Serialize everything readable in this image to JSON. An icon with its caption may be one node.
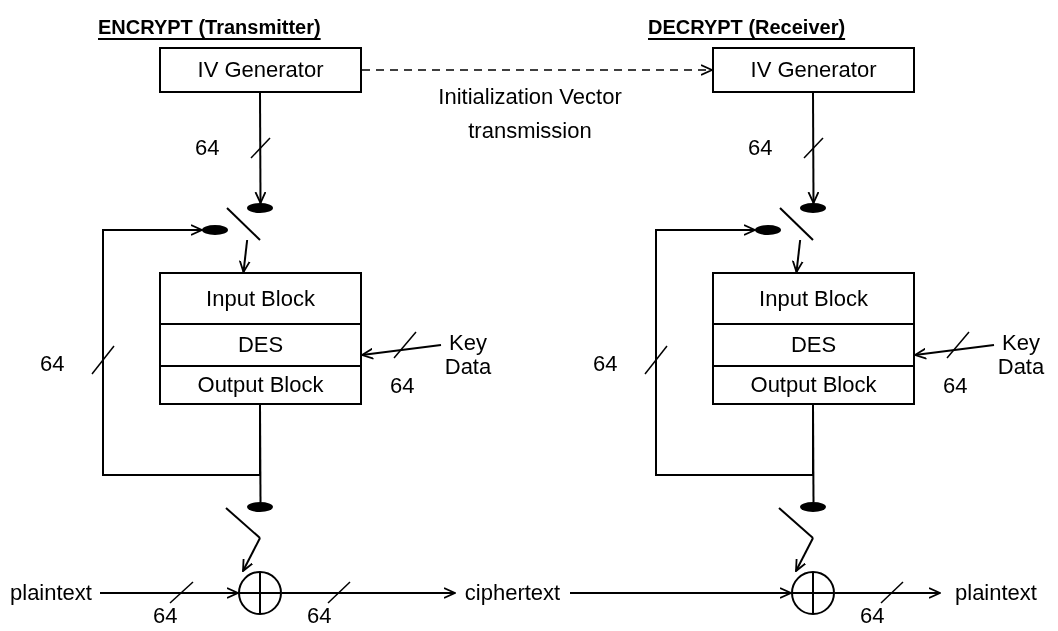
{
  "diagram": {
    "nodes": [
      {
        "text": [
          "IV Generator"
        ]
      },
      {
        "text": [],
        "shape": "dot"
      },
      {
        "text": [],
        "shape": "dot"
      },
      {
        "text": [],
        "shape": "switch"
      },
      {
        "text": [
          "Input Block"
        ]
      },
      {
        "text": [
          "DES"
        ]
      },
      {
        "text": [
          "Output Block"
        ]
      },
      {
        "text": [
          "Key Data"
        ]
      },
      {
        "text": [],
        "shape": "dot"
      },
      {
        "text": [],
        "shape": "switch"
      },
      {
        "text": [
          "plaintext"
        ]
      },
      {
        "text": [],
        "shape": "circle"
      },
      {
        "text": [
          "ciphertext"
        ]
      },
      {
        "text": [
          "IV Generator"
        ]
      },
      {
        "text": [],
        "shape": "dot"
      },
      {
        "text": [],
        "shape": "dot"
      },
      {
        "text": [],
        "shape": "switch"
      },
      {
        "text": [
          "Input Block"
        ]
      },
      {
        "text": [
          "DES"
        ]
      },
      {
        "text": [
          "Output Block"
        ]
      },
      {
        "text": [
          "Key Data"
        ]
      },
      {
        "text": [],
        "shape": "dot"
      },
      {
        "text": [],
        "shape": "switch"
      },
      {
        "text": [],
        "shape": "circle"
      },
      {
        "text": [
          "plaintext"
        ]
      }
    ],
    "edges": [
      {
        "from": 0,
        "to": 1,
        "arrow": "to"
      },
      {
        "from": 0,
        "to": 13,
        "arrow": "to",
        "style": "dashed",
        "label": "Initialization Vector transmission"
      },
      {
        "from": 6,
        "to": 2,
        "arrow": "to"
      },
      {
        "from": 3,
        "to": 4,
        "arrow": "to"
      },
      {
        "from": 7,
        "to": 5,
        "arrow": "to"
      },
      {
        "from": 6,
        "to": 8,
        "arrow": "none"
      },
      {
        "from": 9,
        "to": 11,
        "arrow": "to"
      },
      {
        "from": 10,
        "to": 11,
        "arrow": "to"
      },
      {
        "from": 11,
        "to": 12,
        "arrow": "to"
      },
      {
        "from": 13,
        "to": 14,
        "arrow": "to"
      },
      {
        "from": 19,
        "to": 15,
        "arrow": "to"
      },
      {
        "from": 16,
        "to": 17,
        "arrow": "to"
      },
      {
        "from": 20,
        "to": 18,
        "arrow": "to"
      },
      {
        "from": 19,
        "to": 21,
        "arrow": "none"
      },
      {
        "from": 22,
        "to": 23,
        "arrow": "to"
      },
      {
        "from": 12,
        "to": 23,
        "arrow": "to"
      },
      {
        "from": 23,
        "to": 24,
        "arrow": "to"
      }
    ],
    "labels": [
      "ENCRYPT (Transmitter)",
      "DECRYPT (Receiver)",
      "64",
      "64",
      "64",
      "64",
      "64",
      "64",
      "64",
      "64",
      "64"
    ]
  }
}
